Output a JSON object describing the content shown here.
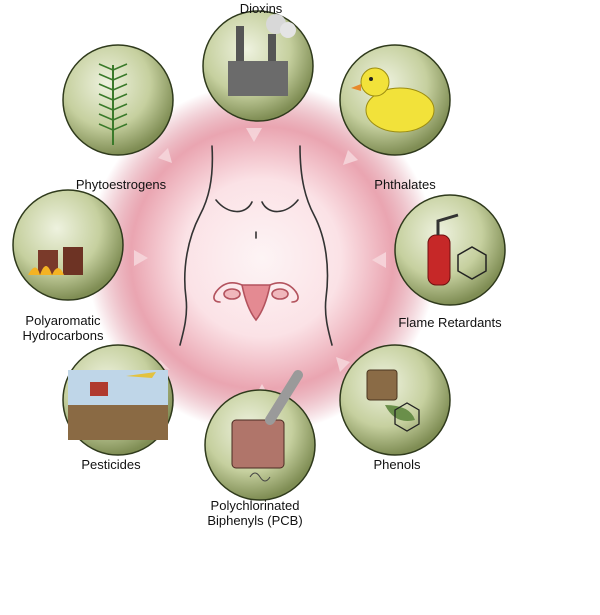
{
  "figure": {
    "center": {
      "description_icon": "female-torso-uterus-icon"
    },
    "nodes": [
      {
        "id": "dioxins",
        "label": "Dioxins",
        "icon": "factory-icon"
      },
      {
        "id": "phthalates",
        "label": "Phthalates",
        "icon": "rubber-duck-icon"
      },
      {
        "id": "flame-retardants",
        "label": "Flame Retardants",
        "icon": "fire-extinguisher-icon"
      },
      {
        "id": "phenols",
        "label": "Phenols",
        "icon": "paint-can-icon"
      },
      {
        "id": "pcb",
        "label": "Polychlorinated\nBiphenyls (PCB)",
        "icon": "transformer-icon"
      },
      {
        "id": "pesticides",
        "label": "Pesticides",
        "icon": "crop-duster-icon"
      },
      {
        "id": "pah",
        "label": "Polyaromatic\nHydrocarbons",
        "icon": "burning-barrels-icon"
      },
      {
        "id": "phytoestrogens",
        "label": "Phytoestrogens",
        "icon": "plant-icon"
      }
    ],
    "colors": {
      "circle_fill": "#c9d3a6",
      "circle_edge": "#2f3a1c",
      "glow": "#e8a0ad",
      "glow_core": "#fbe7ea",
      "uterus": "#e07d86"
    }
  }
}
